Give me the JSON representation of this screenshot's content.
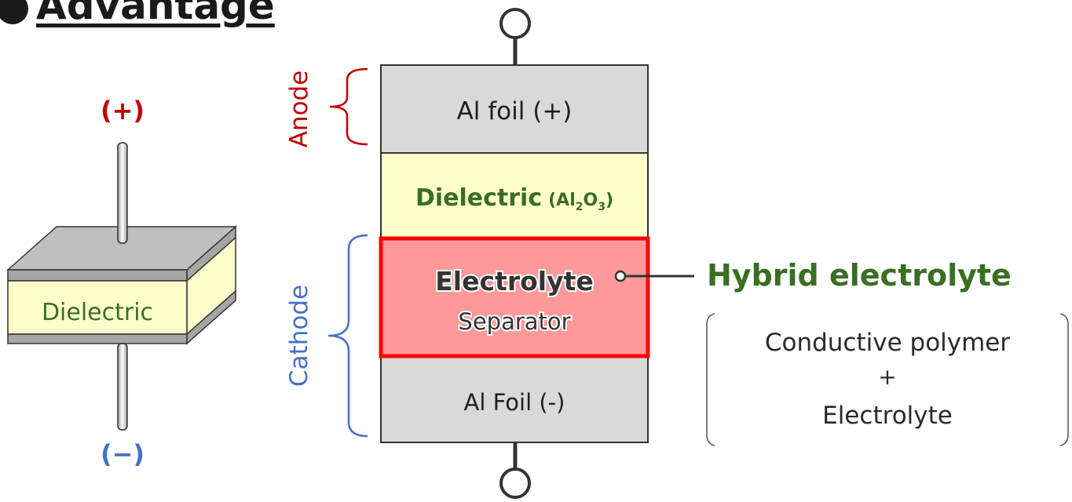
{
  "title": "Advantage",
  "component": {
    "plus_label": "(+)",
    "minus_label": "(−)",
    "dielectric_label": "Dielectric"
  },
  "stack": {
    "anode_label": "Anode",
    "cathode_label": "Cathode",
    "layer_al_foil_plus": "Al foil (+)",
    "layer_dielectric_main": "Dielectric",
    "layer_dielectric_formula": {
      "open": "(Al",
      "sub1": "2",
      "mid": "O",
      "sub2": "3",
      "close": ")"
    },
    "layer_electrolyte": "Electrolyte",
    "layer_separator": "Separator",
    "layer_al_foil_minus": "Al Foil (-)"
  },
  "callout": {
    "heading": "Hybrid electrolyte",
    "line1": "Conductive polymer",
    "line2": "+",
    "line3": "Electrolyte"
  },
  "colors": {
    "anode_red": "#c00000",
    "cathode_blue": "#4472c4",
    "dielectric_green": "#3a6e22",
    "foil_gray": "#d9d9d9",
    "dielectric_yellow": "#ffffcc",
    "electrolyte_pink": "#ff9999",
    "highlight_red": "#ff0000"
  }
}
